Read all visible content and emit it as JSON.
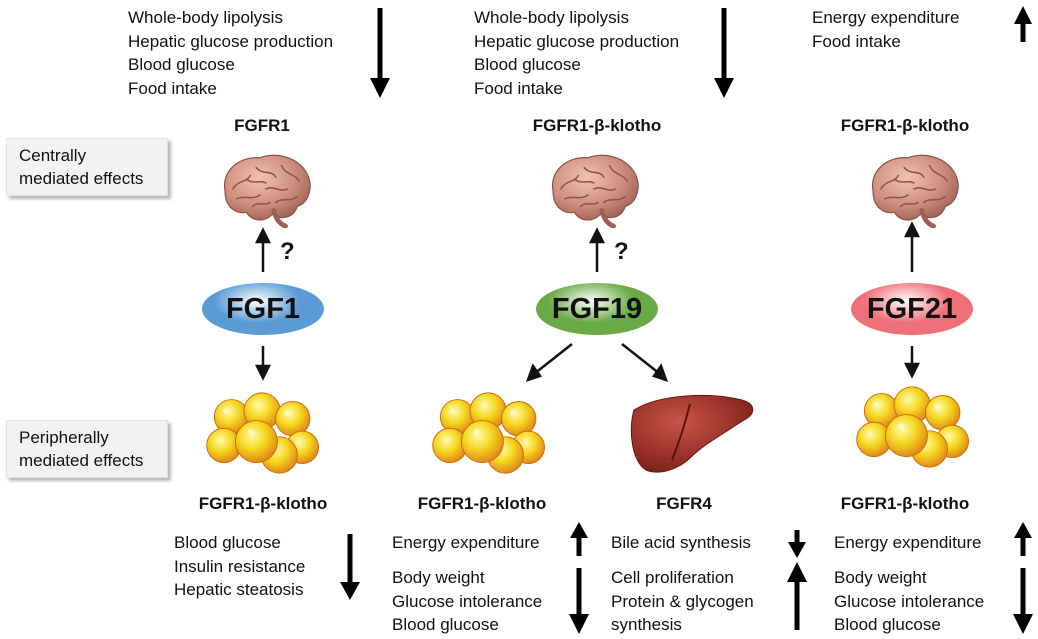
{
  "categories": {
    "central": "Centrally mediated effects",
    "central_lines": [
      "Centrally",
      "mediated effects"
    ],
    "peripheral_lines": [
      "Peripherally",
      "mediated effects"
    ]
  },
  "fgf1": {
    "name": "FGF1",
    "color": "#5b9bd5",
    "central_receptor": "FGFR1",
    "central_effects": [
      "Whole-body lipolysis",
      "Hepatic glucose production",
      "Blood glucose",
      "Food intake"
    ],
    "central_direction": "down",
    "question": "?",
    "peripheral_receptor": "FGFR1-β-klotho",
    "peripheral_effects": [
      "Blood glucose",
      "Insulin resistance",
      "Hepatic steatosis"
    ],
    "peripheral_direction": "down"
  },
  "fgf19": {
    "name": "FGF19",
    "color": "#6aaa46",
    "central_receptor": "FGFR1-β-klotho",
    "central_effects": [
      "Whole-body lipolysis",
      "Hepatic glucose production",
      "Blood glucose",
      "Food intake"
    ],
    "central_direction": "down",
    "question": "?",
    "adipose_receptor": "FGFR1-β-klotho",
    "adipose_effects_up": [
      "Energy expenditure"
    ],
    "adipose_effects_down": [
      "Body weight",
      "Glucose intolerance",
      "Blood glucose"
    ],
    "liver_receptor": "FGFR4",
    "liver_effects_down": [
      "Bile acid synthesis"
    ],
    "liver_effects_up": [
      "Cell proliferation",
      "Protein & glycogen",
      "synthesis"
    ]
  },
  "fgf21": {
    "name": "FGF21",
    "color": "#ef7079",
    "central_receptor": "FGFR1-β-klotho",
    "central_effects": [
      "Energy expenditure",
      "Food intake"
    ],
    "central_direction": "up",
    "peripheral_receptor": "FGFR1-β-klotho",
    "peripheral_effects_up": [
      "Energy expenditure"
    ],
    "peripheral_effects_down": [
      "Body weight",
      "Glucose intolerance",
      "Blood glucose"
    ]
  }
}
